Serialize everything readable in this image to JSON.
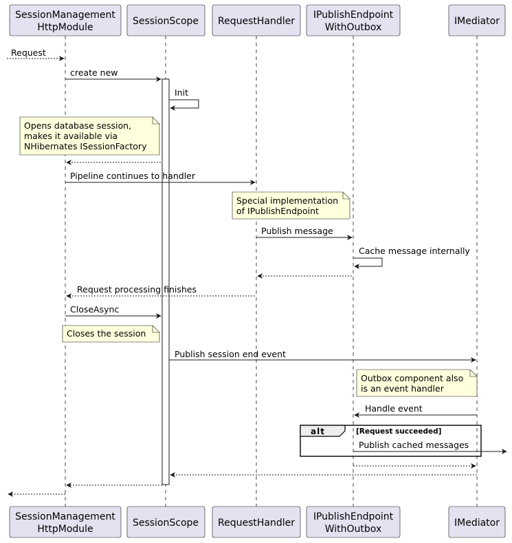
{
  "participants": [
    {
      "id": "httpmodule",
      "lines": [
        "SessionManagement",
        "HttpModule"
      ]
    },
    {
      "id": "sessionscope",
      "lines": [
        "SessionScope"
      ]
    },
    {
      "id": "requesthandler",
      "lines": [
        "RequestHandler"
      ]
    },
    {
      "id": "outbox",
      "lines": [
        "IPublishEndpoint",
        "WithOutbox"
      ]
    },
    {
      "id": "mediator",
      "lines": [
        "IMediator"
      ]
    }
  ],
  "messages": [
    {
      "id": "request",
      "from": "left-edge",
      "to": "httpmodule",
      "label": "Request",
      "style": "dotted"
    },
    {
      "id": "create-new",
      "from": "httpmodule",
      "to": "sessionscope",
      "label": "create new",
      "style": "solid"
    },
    {
      "id": "init",
      "from": "sessionscope",
      "to": "sessionscope",
      "label": "Init",
      "style": "self"
    },
    {
      "id": "init-return",
      "from": "sessionscope",
      "to": "httpmodule",
      "label": "",
      "style": "dotted"
    },
    {
      "id": "pipeline",
      "from": "httpmodule",
      "to": "requesthandler",
      "label": "Pipeline continues to handler",
      "style": "solid"
    },
    {
      "id": "publish-message",
      "from": "requesthandler",
      "to": "outbox",
      "label": "Publish message",
      "style": "solid"
    },
    {
      "id": "cache-message",
      "from": "outbox",
      "to": "outbox",
      "label": "Cache message internally",
      "style": "self"
    },
    {
      "id": "publish-return",
      "from": "outbox",
      "to": "requesthandler",
      "label": "",
      "style": "dotted"
    },
    {
      "id": "processing-finishes",
      "from": "requesthandler",
      "to": "httpmodule",
      "label": "Request processing finishes",
      "style": "dotted"
    },
    {
      "id": "close-async",
      "from": "httpmodule",
      "to": "sessionscope",
      "label": "CloseAsync",
      "style": "solid"
    },
    {
      "id": "session-end-event",
      "from": "sessionscope",
      "to": "mediator",
      "label": "Publish session end event",
      "style": "solid"
    },
    {
      "id": "handle-event",
      "from": "mediator",
      "to": "outbox",
      "label": "Handle event",
      "style": "solid"
    },
    {
      "id": "publish-cached",
      "from": "outbox",
      "to": "right-edge",
      "label": "Publish cached messages",
      "style": "solid"
    },
    {
      "id": "handle-return",
      "from": "outbox",
      "to": "mediator",
      "label": "",
      "style": "dotted"
    },
    {
      "id": "mediator-return",
      "from": "mediator",
      "to": "sessionscope",
      "label": "",
      "style": "dotted"
    },
    {
      "id": "close-return",
      "from": "sessionscope",
      "to": "httpmodule",
      "label": "",
      "style": "dotted"
    },
    {
      "id": "response",
      "from": "httpmodule",
      "to": "left-edge",
      "label": "",
      "style": "dotted"
    }
  ],
  "notes": [
    {
      "id": "note-opens-session",
      "lines": [
        "Opens database session,",
        "makes it available via",
        "NHibernates ISessionFactory"
      ]
    },
    {
      "id": "note-special-impl",
      "lines": [
        "Special implementation",
        "of IPublishEndpoint"
      ]
    },
    {
      "id": "note-closes-session",
      "lines": [
        "Closes the session"
      ]
    },
    {
      "id": "note-outbox-handler",
      "lines": [
        "Outbox component also",
        "is an event handler"
      ]
    }
  ],
  "alt_group": {
    "keyword": "alt",
    "condition": "[Request succeeded]"
  },
  "colors": {
    "participant_fill": "#E2E2F0",
    "participant_border": "#181818",
    "lifeline": "#181818",
    "note_fill": "#FEFFDD",
    "note_border": "#181818",
    "arrow": "#181818",
    "group_border": "#000000"
  }
}
